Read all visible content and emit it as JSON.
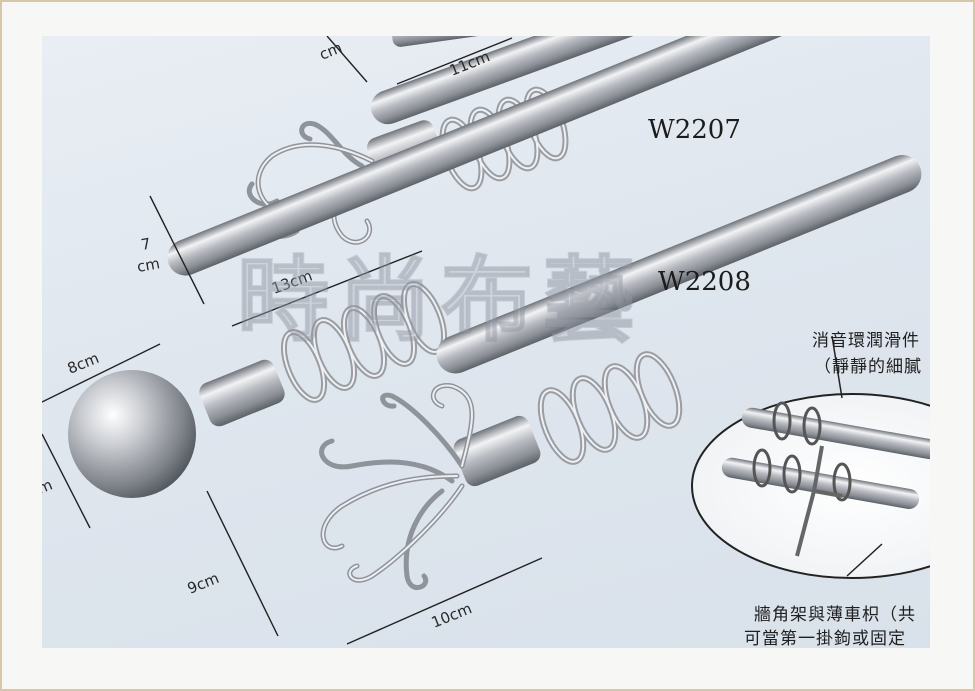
{
  "products": [
    {
      "model": "W2207"
    },
    {
      "model": "W2208"
    }
  ],
  "dimensions": {
    "top_partial": "cm",
    "top_width": "11cm",
    "fleur_length": "13cm",
    "fleur_height_num": "7",
    "fleur_height_unit": "cm",
    "ball_width": "8cm",
    "ball_height_partial": "m",
    "leaf_height": "9cm",
    "leaf_width": "10cm"
  },
  "inset_notes": {
    "line1": "消音環潤滑件",
    "line2": "（靜靜的細膩",
    "line3": "牆角架與薄車枳（共",
    "line4": "可當第一掛鉤或固定"
  },
  "watermark": "時尚布藝",
  "colors": {
    "rod_light": "#f2f3f5",
    "rod_mid": "#b9bcc2",
    "rod_dark": "#6f737a",
    "background": "#e4eaf0"
  }
}
